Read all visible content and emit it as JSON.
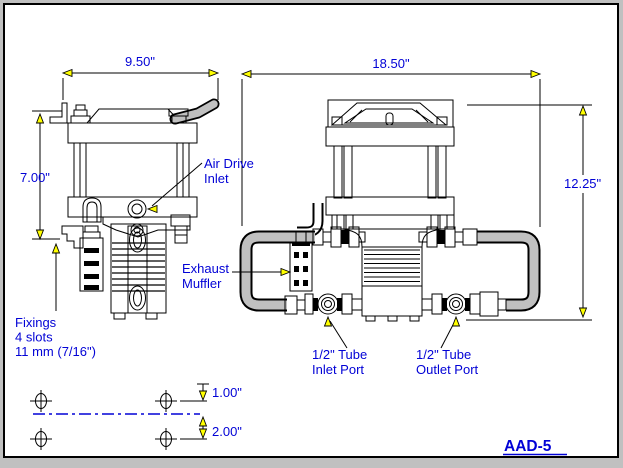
{
  "front": {
    "width_dim": "9.50\"",
    "height_dim": "7.00\"",
    "air_drive_label_1": "Air Drive",
    "air_drive_label_2": "Inlet",
    "fixings_1": "Fixings",
    "fixings_2": "4 slots",
    "fixings_3": "11 mm (7/16\")"
  },
  "side": {
    "width_dim": "18.50\"",
    "height_dim": "12.25\"",
    "muffler_1": "Exhaust",
    "muffler_2": "Muffler",
    "inlet_1": "1/2\" Tube",
    "inlet_2": "Inlet Port",
    "outlet_1": "1/2\" Tube",
    "outlet_2": "Outlet Port"
  },
  "mounting": {
    "offset_dim": "1.00\"",
    "spacing_dim": "2.00\""
  },
  "part_number": "AAD-5",
  "colors": {
    "pump_body": "#00ffff",
    "metal_dark": "#808080",
    "metal_light": "#c0c0c0",
    "label_blue": "#0202d6",
    "arrow_yellow": "#ffff00"
  }
}
